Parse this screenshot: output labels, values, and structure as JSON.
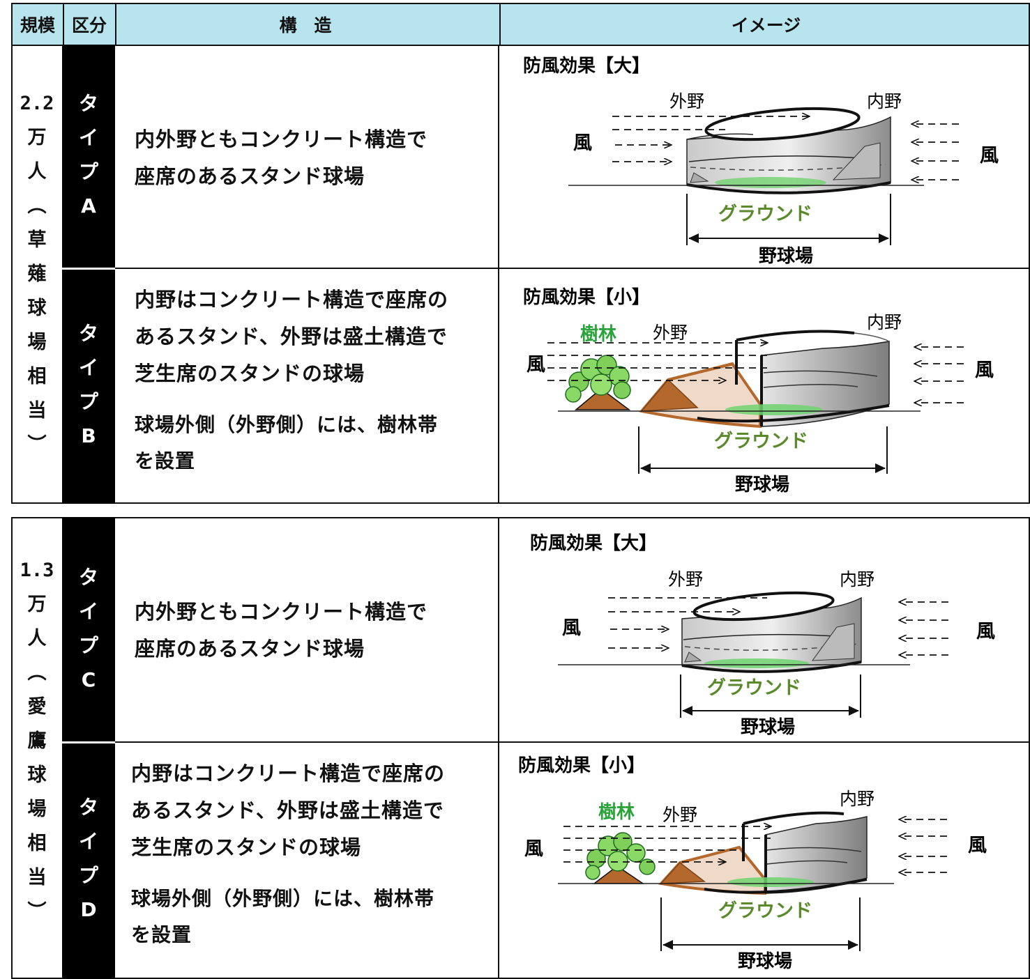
{
  "header": {
    "scale": "規模",
    "category": "区分",
    "structure": "構 造",
    "image": "イメージ"
  },
  "groups": [
    {
      "scale_chars": [
        "2.2",
        "万",
        "人",
        "︵",
        "草",
        "薙",
        "球",
        "場",
        "相",
        "当",
        "︶"
      ],
      "rows": [
        {
          "type_chars": [
            "タ",
            "イ",
            "プ",
            "A"
          ],
          "desc_lines": [
            "内外野ともコンクリート構造で",
            "座席のあるスタンド球場"
          ],
          "note_lines": [],
          "effect": "防風効果【大】",
          "labels": {
            "outfield": "外野",
            "infield": "内野",
            "wind": "風",
            "ground": "グラウンド",
            "stadium": "野球場",
            "forest": ""
          }
        },
        {
          "type_chars": [
            "タ",
            "イ",
            "プ",
            "B"
          ],
          "desc_lines": [
            "内野はコンクリート構造で座席の",
            "あるスタンド、外野は盛土構造で",
            "芝生席のスタンドの球場"
          ],
          "note_lines": [
            "球場外側（外野側）には、樹林帯",
            "を設置"
          ],
          "effect": "防風効果【小】",
          "labels": {
            "outfield": "外野",
            "infield": "内野",
            "wind": "風",
            "ground": "グラウンド",
            "stadium": "野球場",
            "forest": "樹林"
          }
        }
      ]
    },
    {
      "scale_chars": [
        "1.3",
        "万",
        "人",
        "︵",
        "愛",
        "鷹",
        "球",
        "場",
        "相",
        "当",
        "︶"
      ],
      "rows": [
        {
          "type_chars": [
            "タ",
            "イ",
            "プ",
            "C"
          ],
          "desc_lines": [
            "内外野ともコンクリート構造で",
            "座席のあるスタンド球場"
          ],
          "note_lines": [],
          "effect": "防風効果【大】",
          "labels": {
            "outfield": "外野",
            "infield": "内野",
            "wind": "風",
            "ground": "グラウンド",
            "stadium": "野球場",
            "forest": ""
          }
        },
        {
          "type_chars": [
            "タ",
            "イ",
            "プ",
            "D"
          ],
          "desc_lines": [
            "内野はコンクリート構造で座席の",
            "あるスタンド、外野は盛土構造で",
            "芝生席のスタンドの球場"
          ],
          "note_lines": [
            "球場外側（外野側）には、樹林帯",
            "を設置"
          ],
          "effect": "防風効果【小】",
          "labels": {
            "outfield": "外野",
            "infield": "内野",
            "wind": "風",
            "ground": "グラウンド",
            "stadium": "野球場",
            "forest": "樹林"
          }
        }
      ]
    }
  ],
  "colors": {
    "header_bg": "#b8e4ee",
    "type_bg": "#000000",
    "ground_label": "#5a8a2c",
    "forest_label": "#2aa33a",
    "embankment": "#b5682c",
    "field": "#6fd36f"
  }
}
